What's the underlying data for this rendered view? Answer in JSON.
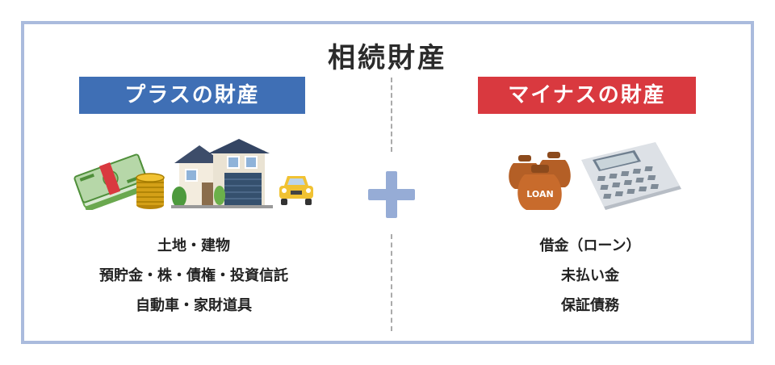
{
  "title": "相続財産",
  "plus": {
    "heading": "プラスの財産",
    "color": "#3f6fb5",
    "items": [
      "土地・建物",
      "預貯金・株・債権・投資信託",
      "自動車・家財道具"
    ]
  },
  "minus": {
    "heading": "マイナスの財産",
    "color": "#d9393f",
    "items": [
      "借金（ローン）",
      "未払い金",
      "保証債務"
    ],
    "bag_label": "LOAN"
  },
  "icons": {
    "operator": "plus-icon",
    "plus_illustrations": [
      "cash-bundle-icon",
      "coin-stack-icon",
      "house-icon",
      "car-icon"
    ],
    "minus_illustrations": [
      "money-bags-icon",
      "calculator-icon"
    ]
  }
}
